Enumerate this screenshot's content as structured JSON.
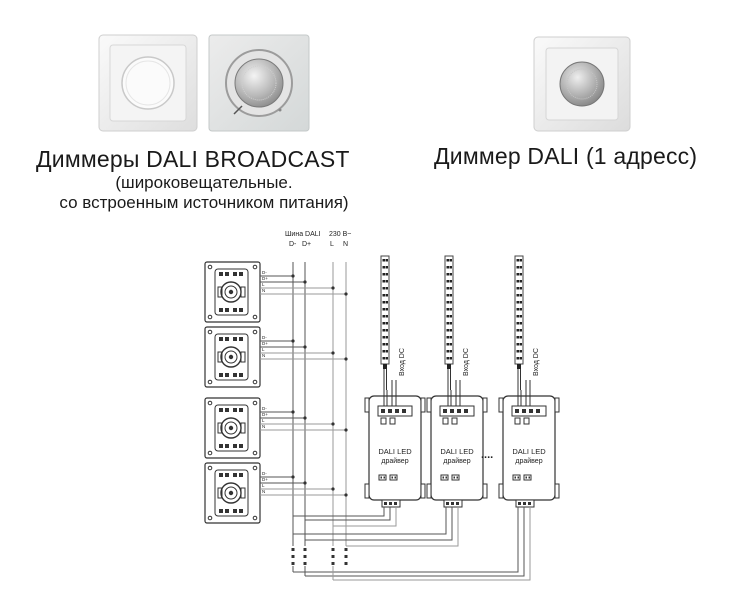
{
  "products": {
    "broadcast_title": "Диммеры DALI BROADCAST",
    "broadcast_sub1": "(широковещательные.",
    "broadcast_sub2": "со встроенным источником питания)",
    "single_title": "Диммер DALI (1 адресс)"
  },
  "bus": {
    "dali_label": "Шина DALI",
    "dali_minus": "D-",
    "dali_plus": "D+",
    "power_label": "230 В~",
    "line_l": "L",
    "line_n": "N"
  },
  "drivers": {
    "input_label": "Вход DC",
    "name_line1": "DALI LED",
    "name_line2": "драйвер",
    "ellipsis": "...."
  },
  "dimmers": {
    "terminal_labels": [
      "D-",
      "D+",
      "L",
      "N"
    ]
  },
  "colors": {
    "wire": "#555555",
    "wire_gray": "#9a9a9a",
    "plate_frame": "#f1f1f1",
    "brushed_steel": "#b9b9b9"
  }
}
